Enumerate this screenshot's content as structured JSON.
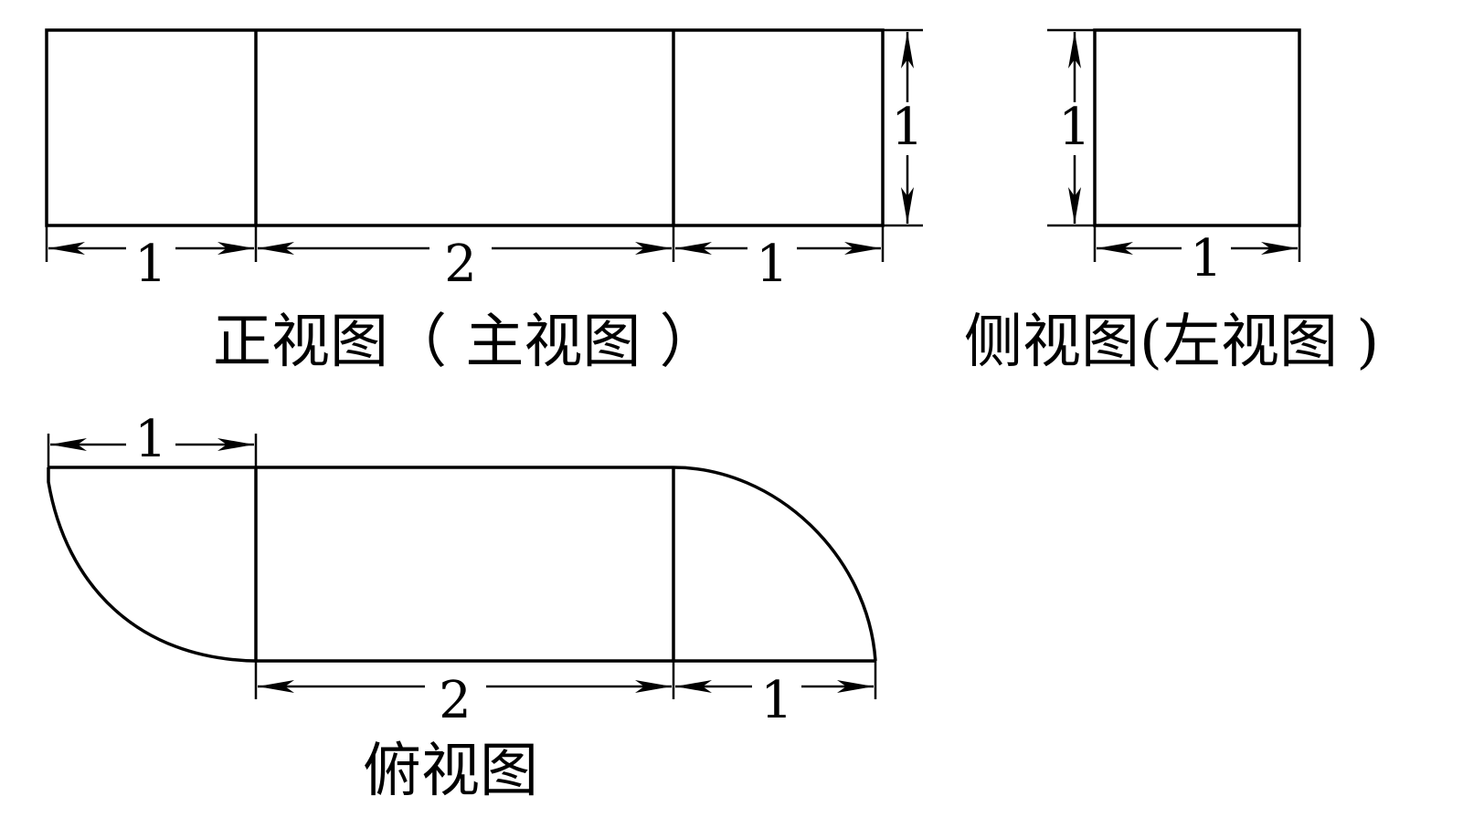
{
  "front_view": {
    "caption": "正视图（ 主视图 ）",
    "widths": [
      "1",
      "2",
      "1"
    ],
    "height": "1"
  },
  "side_view": {
    "caption": "侧视图(左视图 )",
    "height": "1",
    "width": "1"
  },
  "top_view": {
    "caption": "俯视图",
    "left_width": "1",
    "middle_width": "2",
    "right_width": "1"
  }
}
